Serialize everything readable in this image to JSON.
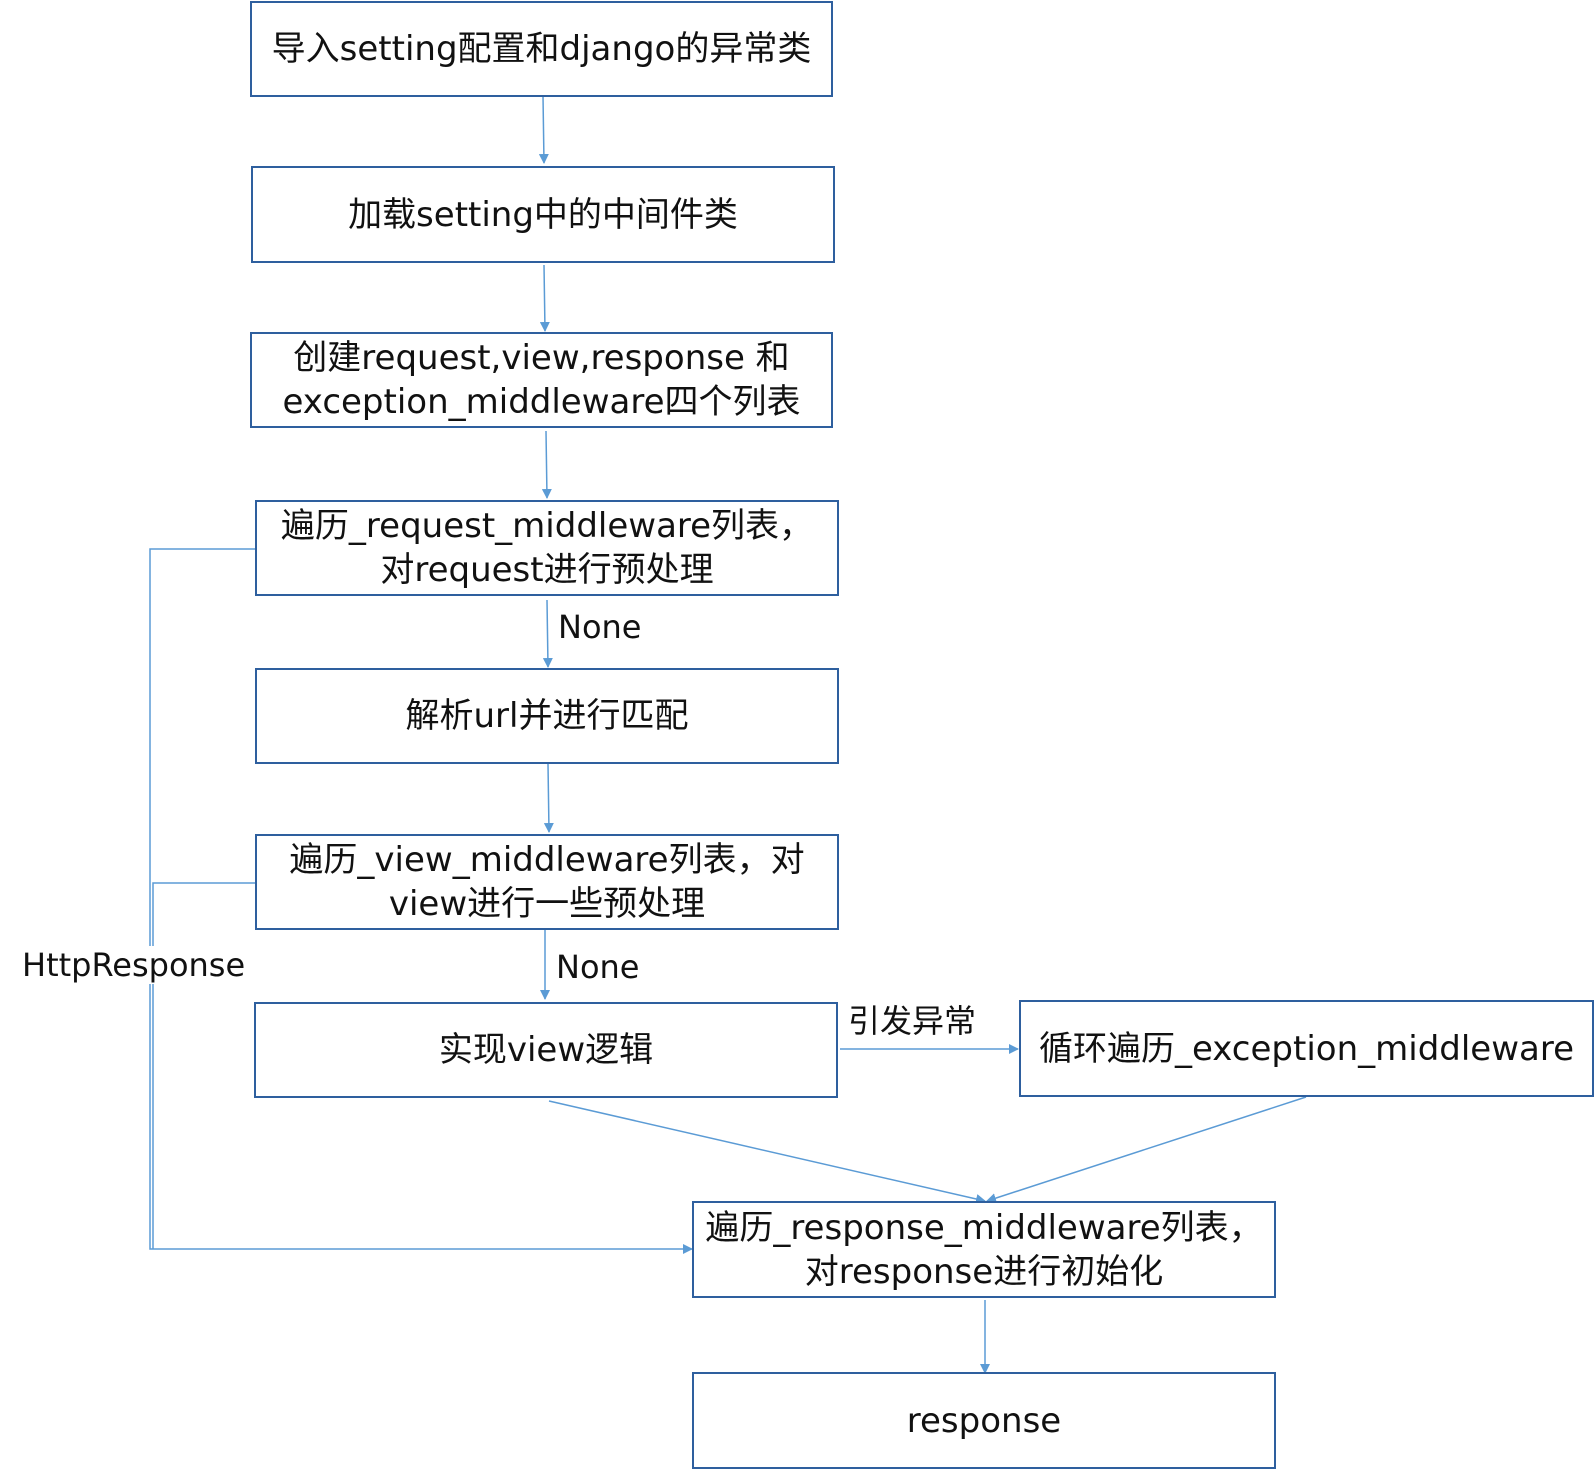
{
  "colors": {
    "box_border": "#2e5f9e",
    "connector": "#5b9bd5",
    "text": "#111111"
  },
  "nodes": {
    "import_settings": [
      "导入setting配置和django的异常类"
    ],
    "load_middleware": [
      "加载setting中的中间件类"
    ],
    "create_lists": [
      "创建request,view,response 和",
      "exception_middleware四个列表"
    ],
    "request_middleware": [
      "遍历_request_middleware列表，",
      "对request进行预处理"
    ],
    "resolve_url": [
      "解析url并进行匹配"
    ],
    "view_middleware": [
      "遍历_view_middleware列表，对",
      "view进行一些预处理"
    ],
    "view_logic": [
      "实现view逻辑"
    ],
    "exception_middleware": [
      "循环遍历_exception_middleware"
    ],
    "response_middleware": [
      "遍历_response_middleware列表，",
      "对response进行初始化"
    ],
    "response": [
      "response"
    ]
  },
  "edge_labels": {
    "none_1": "None",
    "none_2": "None",
    "raise_exception": "引发异常",
    "http_response": "HttpResponse"
  }
}
